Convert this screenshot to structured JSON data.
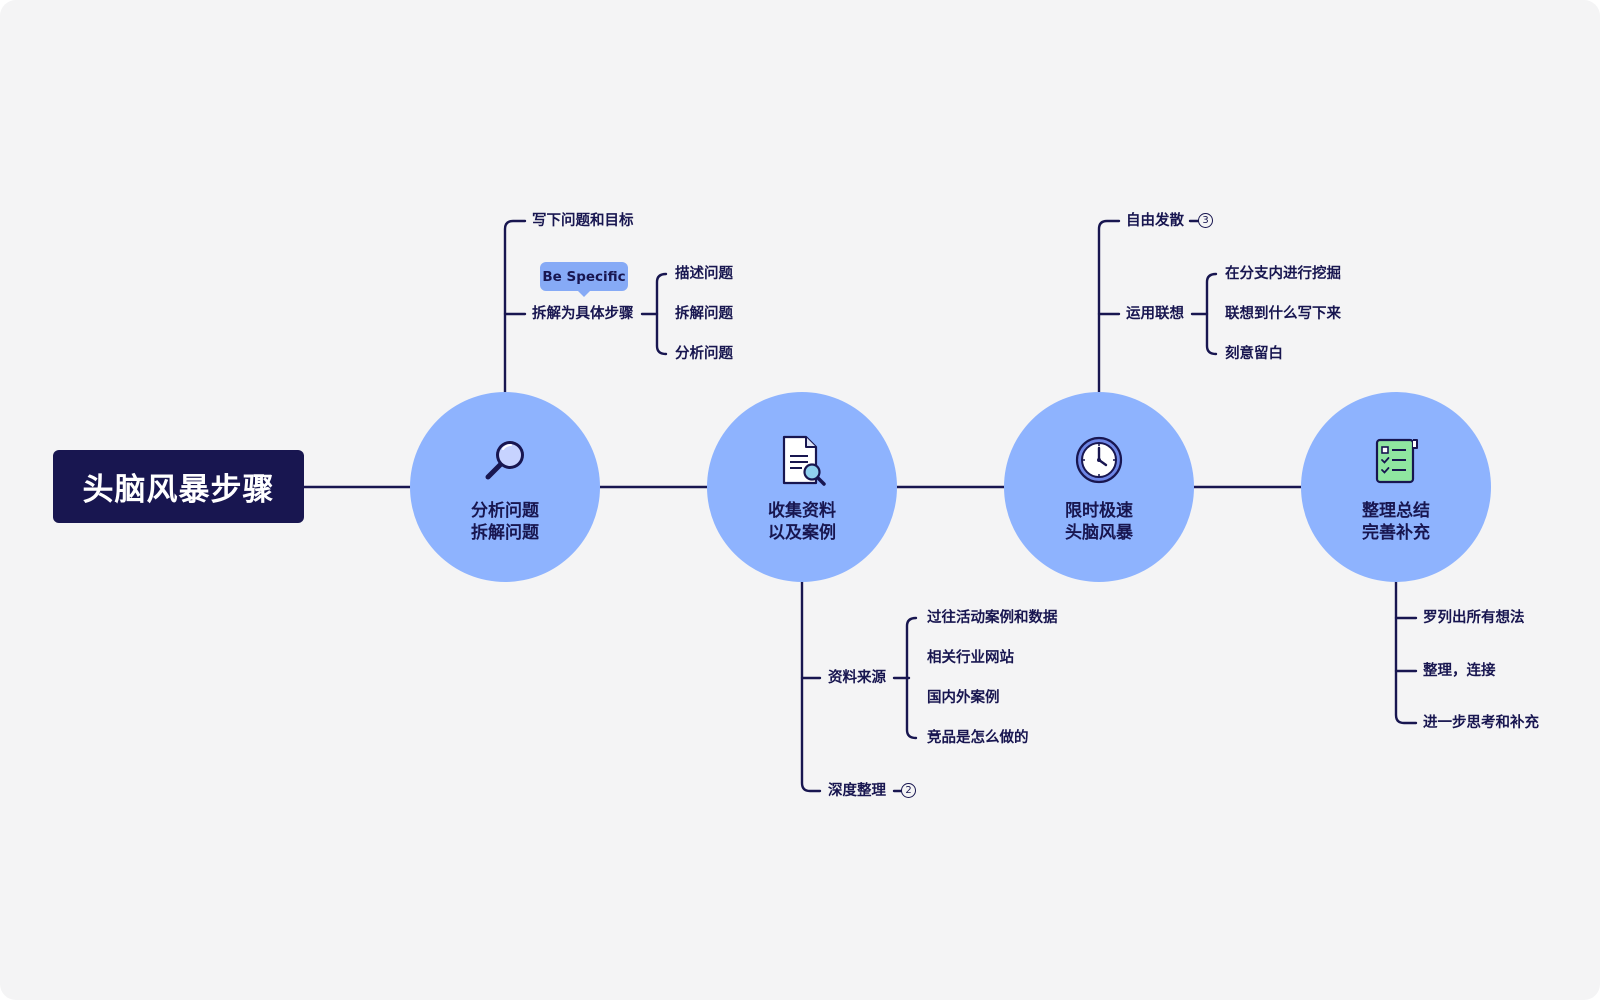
{
  "root": {
    "title": "头脑风暴步骤"
  },
  "hubs": [
    {
      "icon": "magnifier-icon",
      "line1": "分析问题",
      "line2": "拆解问题",
      "branches": [
        {
          "label": "写下问题和目标"
        },
        {
          "label": "拆解为具体步骤",
          "callout": "Be Specific",
          "children": [
            "描述问题",
            "拆解问题",
            "分析问题"
          ]
        }
      ]
    },
    {
      "icon": "document-search-icon",
      "line1": "收集资料",
      "line2": "以及案例",
      "branches": [
        {
          "label": "资料来源",
          "children": [
            "过往活动案例和数据",
            "相关行业网站",
            "国内外案例",
            "竞品是怎么做的"
          ]
        },
        {
          "label": "深度整理",
          "collapsed_count": "2"
        }
      ]
    },
    {
      "icon": "clock-icon",
      "line1": "限时极速",
      "line2": "头脑风暴",
      "branches": [
        {
          "label": "自由发散",
          "collapsed_count": "3"
        },
        {
          "label": "运用联想",
          "children": [
            "在分支内进行挖掘",
            "联想到什么写下来",
            "刻意留白"
          ]
        }
      ]
    },
    {
      "icon": "checklist-icon",
      "line1": "整理总结",
      "line2": "完善补充",
      "branches": [
        {
          "label": "罗列出所有想法"
        },
        {
          "label": "整理，连接"
        },
        {
          "label": "进一步思考和补充"
        }
      ]
    }
  ],
  "colors": {
    "navy": "#181650",
    "hub_fill": "#8eb3fe",
    "callout_fill": "#86aaf6",
    "background": "#f4f4f5"
  }
}
